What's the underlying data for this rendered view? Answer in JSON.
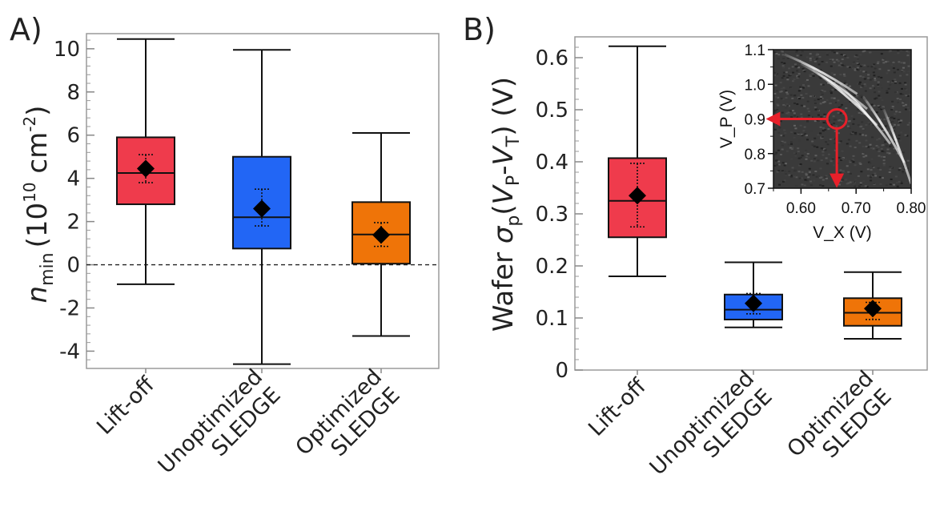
{
  "panels": {
    "a_label": "A)",
    "b_label": "B)"
  },
  "chart_data": [
    {
      "type": "box",
      "panel": "A)",
      "ylabel_main": "n",
      "ylabel_sub": "min",
      "ylabel_units": "(10",
      "ylabel_exp": "10",
      "ylabel_units2": " cm",
      "ylabel_exp2": "-2",
      "ylabel_close": ")",
      "ylim": [
        -4.8,
        10.7
      ],
      "yticks": [
        -4,
        -2,
        0,
        2,
        4,
        6,
        8,
        10
      ],
      "ytick_labels": [
        "-4",
        "-2",
        "0",
        "2",
        "4",
        "6",
        "8",
        "10"
      ],
      "reference_line": 0,
      "categories": [
        {
          "lines": [
            "Lift-off"
          ]
        },
        {
          "lines": [
            "Unoptimized",
            "SLEDGE"
          ]
        },
        {
          "lines": [
            "Optimized",
            "SLEDGE"
          ]
        }
      ],
      "boxes": [
        {
          "color": "#ef3b4c",
          "whisker_low": -0.9,
          "q1": 2.8,
          "median": 4.25,
          "q3": 5.9,
          "whisker_high": 10.45,
          "mean": 4.45,
          "ci_low": 3.8,
          "ci_high": 5.1
        },
        {
          "color": "#2266f5",
          "whisker_low": -4.6,
          "q1": 0.75,
          "median": 2.2,
          "q3": 5.0,
          "whisker_high": 9.95,
          "mean": 2.6,
          "ci_low": 1.8,
          "ci_high": 3.5
        },
        {
          "color": "#ef7408",
          "whisker_low": -3.3,
          "q1": 0.05,
          "median": 1.4,
          "q3": 2.9,
          "whisker_high": 6.1,
          "mean": 1.38,
          "ci_low": 0.85,
          "ci_high": 1.95
        }
      ]
    },
    {
      "type": "box",
      "panel": "B)",
      "ylabel_prefix": "Wafer ",
      "ylabel_sigma": "σ",
      "ylabel_sigma_sub": "p",
      "ylabel_open": "(",
      "ylabel_v1": "V",
      "ylabel_v1_sub": "P",
      "ylabel_minus": "-",
      "ylabel_v2": "V",
      "ylabel_v2_sub": "T",
      "ylabel_close": ") (V)",
      "ylim": [
        0,
        0.64
      ],
      "yticks": [
        0,
        0.1,
        0.2,
        0.3,
        0.4,
        0.5,
        0.6
      ],
      "ytick_labels": [
        "0",
        "0.1",
        "0.2",
        "0.3",
        "0.4",
        "0.5",
        "0.6"
      ],
      "categories": [
        {
          "lines": [
            "Lift-off"
          ]
        },
        {
          "lines": [
            "Unoptimized",
            "SLEDGE"
          ]
        },
        {
          "lines": [
            "Optimized",
            "SLEDGE"
          ]
        }
      ],
      "boxes": [
        {
          "color": "#ef3b4c",
          "whisker_low": 0.18,
          "q1": 0.255,
          "median": 0.325,
          "q3": 0.407,
          "whisker_high": 0.622,
          "mean": 0.335,
          "ci_low": 0.275,
          "ci_high": 0.397
        },
        {
          "color": "#2266f5",
          "whisker_low": 0.082,
          "q1": 0.097,
          "median": 0.116,
          "q3": 0.145,
          "whisker_high": 0.207,
          "mean": 0.128,
          "ci_low": 0.108,
          "ci_high": 0.147
        },
        {
          "color": "#ef7408",
          "whisker_low": 0.06,
          "q1": 0.085,
          "median": 0.11,
          "q3": 0.138,
          "whisker_high": 0.188,
          "mean": 0.118,
          "ci_low": 0.097,
          "ci_high": 0.13
        }
      ]
    },
    {
      "type": "image-inset",
      "xlabel": "V_X (V)",
      "ylabel": "V_P (V)",
      "xlim": [
        0.55,
        0.8
      ],
      "ylim": [
        0.7,
        1.1
      ],
      "xticks": [
        0.6,
        0.7,
        0.8
      ],
      "xtick_labels": [
        "0.60",
        "0.70",
        "0.80"
      ],
      "yticks": [
        0.7,
        0.8,
        0.9,
        1.0,
        1.1
      ],
      "ytick_labels": [
        "0.7",
        "0.8",
        "0.9",
        "1.0",
        "1.1"
      ],
      "marker": {
        "x": 0.665,
        "y": 0.9
      },
      "arrow_color": "#e8202a"
    }
  ]
}
